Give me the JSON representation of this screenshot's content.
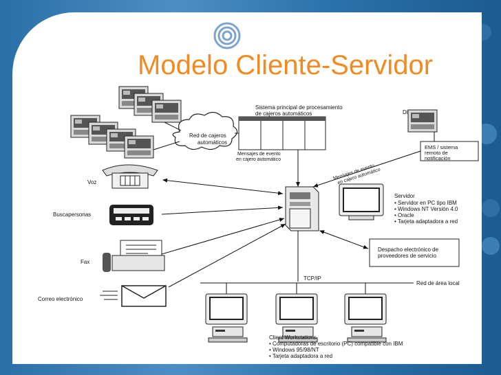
{
  "slide": {
    "title": "Modelo Cliente-Servidor"
  },
  "diagram": {
    "atm_network_label_line1": "Red de cajeros",
    "atm_network_label_line2": "automáticos",
    "main_system_line1": "Sistema principal de procesamiento",
    "main_system_line2": "de cajeros automáticos",
    "event_messages_line1": "Mensajes de evento",
    "event_messages_line2": "en cajero automático",
    "event_messages_diag_line1": "Mensajes de evento",
    "event_messages_diag_line2": "en cajero automático",
    "diebold_label": "Diebold",
    "ems_line1": "EMS / sistema",
    "ems_line2": "remoto de",
    "ems_line3": "notificación",
    "voz_label": "Voz",
    "buscapersonas_label": "Buscapersonas",
    "fax_label": "Fax",
    "correo_label": "Correo electrónico",
    "servidor_title": "Servidor",
    "servidor_items": [
      "• Servidor en PC tipo IBM",
      "• Windows NT Versión 4.0",
      "• Oracle",
      "• Tarjeta adaptadora a red"
    ],
    "despacho_line1": "Despacho electrónico de",
    "despacho_line2": "proveedores de servicio",
    "tcpip_label": "TCP/IP",
    "lan_label": "Red de área local",
    "client_title": "Client Workstations",
    "client_items": [
      "• Computadoras de escritorio (PC) compatible con IBM",
      "• Windows 95/98/NT",
      "• Tarjeta adaptadora a red"
    ]
  }
}
